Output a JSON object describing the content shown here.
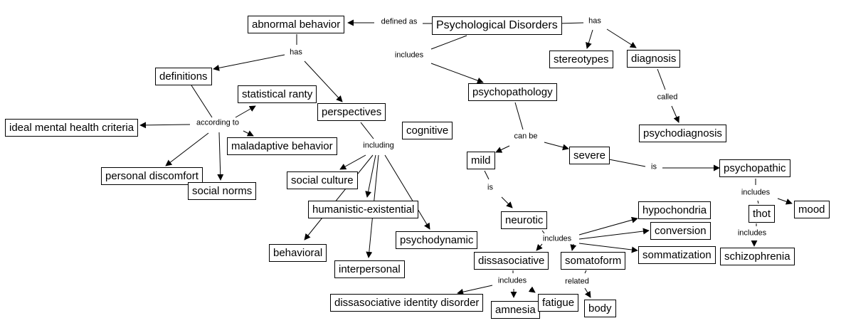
{
  "diagram": {
    "type": "concept-map",
    "nodes": {
      "psychological_disorders": "Psychological Disorders",
      "abnormal_behavior": "abnormal behavior",
      "definitions": "definitions",
      "statistical_ranty": "statistical ranty",
      "ideal_mental_health_criteria": "ideal mental health criteria",
      "maladaptive_behavior": "maladaptive behavior",
      "personal_discomfort": "personal discomfort",
      "social_norms": "social norms",
      "perspectives": "perspectives",
      "cognitive": "cognitive",
      "social_culture": "social culture",
      "humanistic_existential": "humanistic-existential",
      "behavioral": "behavioral",
      "interpersonal": "interpersonal",
      "psychodynamic": "psychodynamic",
      "stereotypes": "stereotypes",
      "diagnosis": "diagnosis",
      "psychodiagnosis": "psychodiagnosis",
      "psychopathology": "psychopathology",
      "mild": "mild",
      "severe": "severe",
      "neurotic": "neurotic",
      "psychopathic": "psychopathic",
      "hypochondria": "hypochondria",
      "conversion": "conversion",
      "sommatization": "sommatization",
      "dissasociative": "dissasociative",
      "somatoform": "somatoform",
      "dissasociative_identity_disorder": "dissasociative identity disorder",
      "amnesia": "amnesia",
      "fatigue": "fatigue",
      "body": "body",
      "thot": "thot",
      "mood": "mood",
      "schizophrenia": "schizophrenia"
    },
    "links": {
      "defined_as": "defined as",
      "has_top": "has",
      "includes_top": "includes",
      "has_abnormal": "has",
      "according_to": "according to",
      "including": "including",
      "called": "called",
      "can_be": "can be",
      "is_mild": "is",
      "is_severe": "is",
      "includes_neurotic": "includes",
      "includes_dissasociative": "includes",
      "related": "related",
      "includes_psychopathic": "includes",
      "includes_thot": "includes"
    }
  }
}
